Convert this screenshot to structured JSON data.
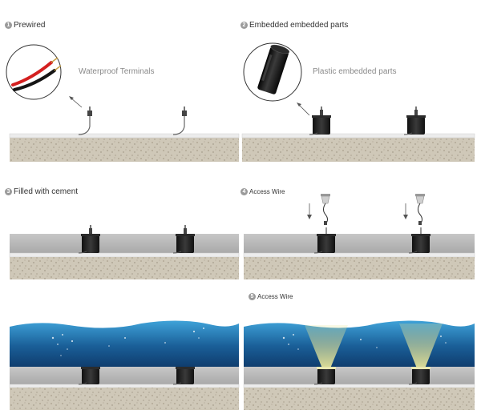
{
  "steps": [
    {
      "number": "1",
      "title": "Prewired",
      "callout": "Waterproof Terminals"
    },
    {
      "number": "2",
      "title": "Embedded embedded parts",
      "callout": "Plastic embedded parts"
    },
    {
      "number": "3",
      "title": "Filled with cement"
    },
    {
      "number": "4",
      "title": "Access Wire"
    },
    {
      "number": "5",
      "title": "Access Wire"
    }
  ],
  "colors": {
    "soil": "#c9c2b2",
    "cement": "#bdbdbd",
    "water": "#1f6fa8",
    "light_beam": "#d6d98a",
    "housing": "#1e1e1e",
    "title_text": "#333333",
    "callout_text": "#8a8a8a"
  }
}
